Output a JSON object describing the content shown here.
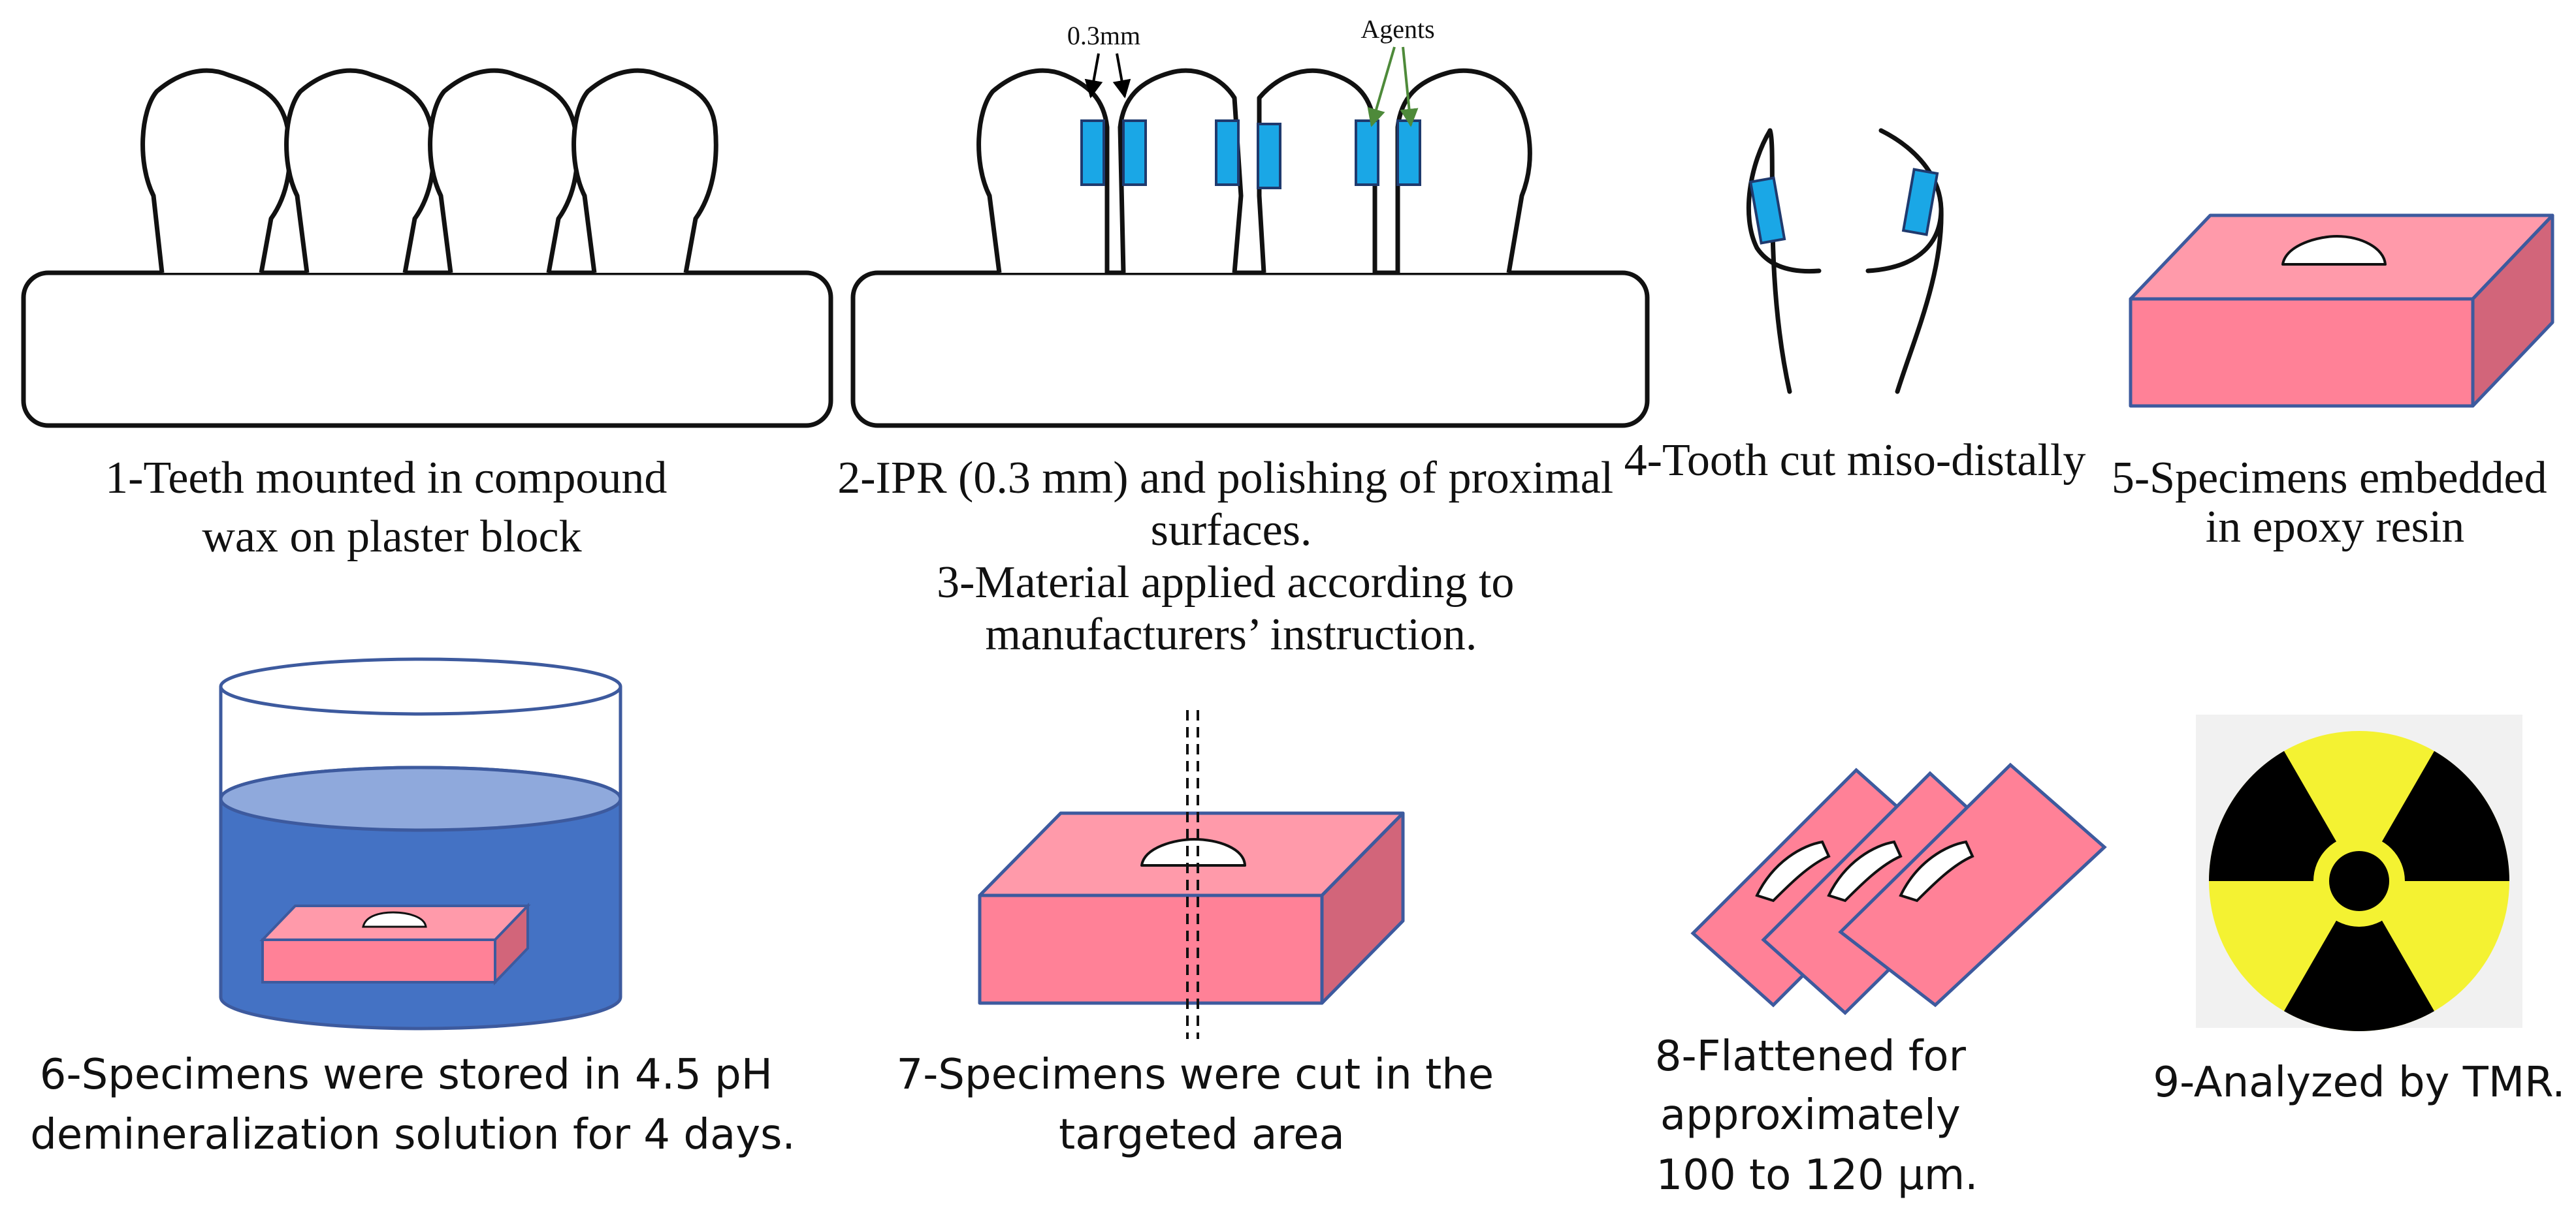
{
  "steps": {
    "s1": "1-Teeth mounted in compound wax on plaster block",
    "s2": "2-IPR (0.3 mm) and polishing of proximal surfaces.",
    "s3": "3-Material applied according to manufacturers’ instruction.",
    "s4": "4-Tooth cut miso-distally",
    "s5": "5-Specimens embedded in epoxy resin",
    "s6": "6-Specimens were stored in 4.5 pH demineralization solution for 4 days.",
    "s7": "7-Specimens were cut in the targeted area",
    "s8": "8-Flattened for approximately 100 to 120 µm.",
    "s9": "9-Analyzed by TMR."
  },
  "labels": {
    "gap": "0.3mm",
    "agents": "Agents"
  },
  "colors": {
    "agent_blue": "#1AA7E6",
    "resin_front": "#FF8197",
    "resin_top": "#FF9AAA",
    "resin_side": "#D2657A",
    "outline": "#3D5A9E",
    "solution": "#4472C4",
    "solution_surface": "#8FA9DC",
    "radiation_yellow": "#F4F232",
    "arrow_green": "#4E8A3A"
  },
  "icons": {
    "radiation": "radiation-trefoil-icon"
  }
}
